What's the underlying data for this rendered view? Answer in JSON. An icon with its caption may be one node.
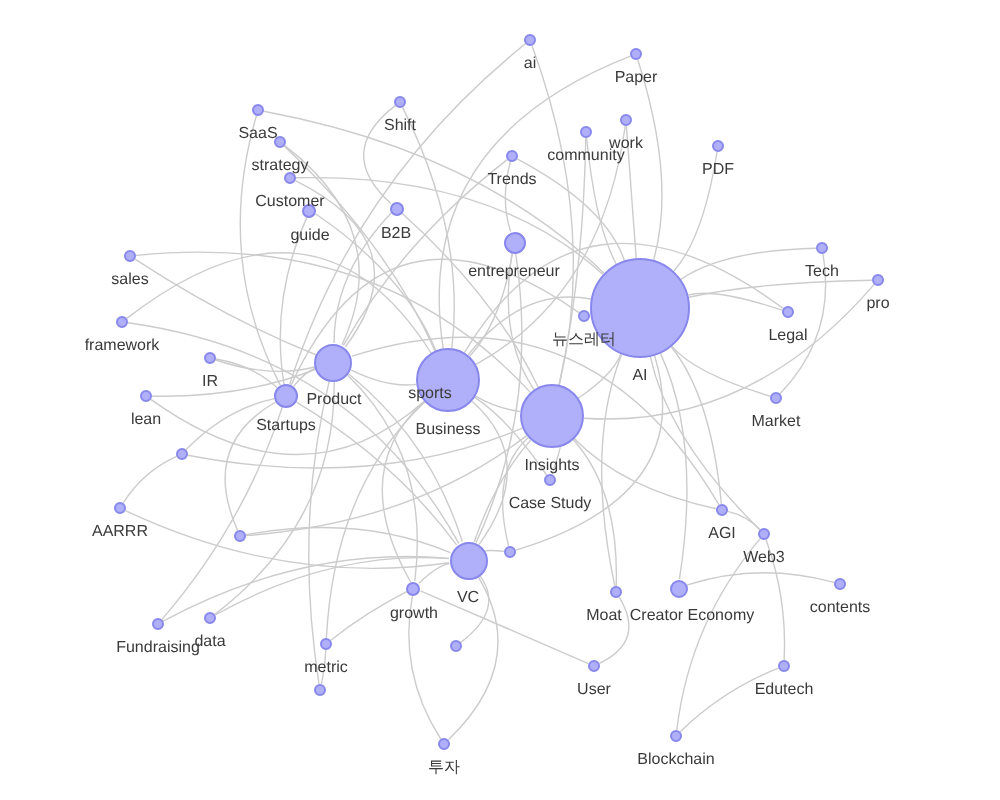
{
  "diagram": {
    "nodes": [
      {
        "text": [
          "ai"
        ]
      },
      {
        "text": [
          "Paper"
        ]
      },
      {
        "text": [
          "Shift"
        ]
      },
      {
        "text": [
          "SaaS"
        ]
      },
      {
        "text": [
          "work"
        ]
      },
      {
        "text": [
          "community"
        ]
      },
      {
        "text": [
          "strategy"
        ]
      },
      {
        "text": [
          "PDF"
        ]
      },
      {
        "text": [
          "Trends"
        ]
      },
      {
        "text": [
          "Customer"
        ]
      },
      {
        "text": [
          "B2B"
        ]
      },
      {
        "text": [
          "guide"
        ]
      },
      {
        "text": [
          "entrepreneur"
        ]
      },
      {
        "text": [
          "Tech"
        ]
      },
      {
        "text": [
          "sales"
        ]
      },
      {
        "text": [
          "pro"
        ]
      },
      {
        "text": [
          "AI"
        ]
      },
      {
        "text": [
          "Legal"
        ]
      },
      {
        "text": [
          "뉴스레터"
        ]
      },
      {
        "text": [
          "framework"
        ]
      },
      {
        "text": [
          "IR"
        ]
      },
      {
        "text": [
          "Product"
        ]
      },
      {
        "text": [
          "sports"
        ]
      },
      {
        "text": [
          "Business"
        ]
      },
      {
        "text": [
          "Startups"
        ]
      },
      {
        "text": [
          "lean"
        ]
      },
      {
        "text": [
          "Market"
        ]
      },
      {
        "text": [
          "Insights"
        ]
      },
      {
        "text": [],
        "shape": "circle"
      },
      {
        "text": [
          "Case Study"
        ]
      },
      {
        "text": [
          "AARRR"
        ]
      },
      {
        "text": [
          "AGI"
        ]
      },
      {
        "text": [
          "Web3"
        ]
      },
      {
        "text": [],
        "shape": "circle"
      },
      {
        "text": [],
        "shape": "circle"
      },
      {
        "text": [
          "VC"
        ]
      },
      {
        "text": [
          "contents"
        ]
      },
      {
        "text": [
          "growth"
        ]
      },
      {
        "text": [
          "Creator Economy"
        ]
      },
      {
        "text": [
          "Moat"
        ]
      },
      {
        "text": [
          "data"
        ]
      },
      {
        "text": [
          "Fundraising"
        ]
      },
      {
        "text": [
          "metric"
        ]
      },
      {
        "text": [],
        "shape": "circle"
      },
      {
        "text": [
          "User"
        ]
      },
      {
        "text": [
          "Edutech"
        ]
      },
      {
        "text": [],
        "shape": "circle"
      },
      {
        "text": [
          "Blockchain"
        ]
      },
      {
        "text": [
          "투자"
        ]
      }
    ],
    "edges": [
      {
        "from": 0,
        "to": 27,
        "arrow": "none"
      },
      {
        "from": 0,
        "to": 24,
        "arrow": "none"
      },
      {
        "from": 1,
        "to": 16,
        "arrow": "none"
      },
      {
        "from": 1,
        "to": 23,
        "arrow": "none"
      },
      {
        "from": 7,
        "to": 16,
        "arrow": "none"
      },
      {
        "from": 4,
        "to": 16,
        "arrow": "none"
      },
      {
        "from": 4,
        "to": 23,
        "arrow": "none"
      },
      {
        "from": 5,
        "to": 16,
        "arrow": "none"
      },
      {
        "from": 5,
        "to": 27,
        "arrow": "none"
      },
      {
        "from": 8,
        "to": 12,
        "arrow": "none"
      },
      {
        "from": 8,
        "to": 16,
        "arrow": "none"
      },
      {
        "from": 8,
        "to": 21,
        "arrow": "none"
      },
      {
        "from": 2,
        "to": 23,
        "arrow": "none"
      },
      {
        "from": 2,
        "to": 10,
        "arrow": "none"
      },
      {
        "from": 3,
        "to": 16,
        "arrow": "none"
      },
      {
        "from": 3,
        "to": 24,
        "arrow": "none"
      },
      {
        "from": 6,
        "to": 21,
        "arrow": "none"
      },
      {
        "from": 6,
        "to": 23,
        "arrow": "none"
      },
      {
        "from": 9,
        "to": 21,
        "arrow": "none"
      },
      {
        "from": 9,
        "to": 16,
        "arrow": "none"
      },
      {
        "from": 11,
        "to": 23,
        "arrow": "none"
      },
      {
        "from": 11,
        "to": 24,
        "arrow": "none"
      },
      {
        "from": 10,
        "to": 27,
        "arrow": "none"
      },
      {
        "from": 10,
        "to": 21,
        "arrow": "none"
      },
      {
        "from": 12,
        "to": 23,
        "arrow": "none"
      },
      {
        "from": 12,
        "to": 27,
        "arrow": "none"
      },
      {
        "from": 12,
        "to": 35,
        "arrow": "none"
      },
      {
        "from": 14,
        "to": 21,
        "arrow": "none"
      },
      {
        "from": 14,
        "to": 27,
        "arrow": "none"
      },
      {
        "from": 19,
        "to": 23,
        "arrow": "none"
      },
      {
        "from": 19,
        "to": 35,
        "arrow": "none"
      },
      {
        "from": 20,
        "to": 21,
        "arrow": "none"
      },
      {
        "from": 20,
        "to": 24,
        "arrow": "none"
      },
      {
        "from": 25,
        "to": 21,
        "arrow": "none"
      },
      {
        "from": 25,
        "to": 23,
        "arrow": "none"
      },
      {
        "from": 13,
        "to": 16,
        "arrow": "none"
      },
      {
        "from": 13,
        "to": 26,
        "arrow": "none"
      },
      {
        "from": 15,
        "to": 16,
        "arrow": "none"
      },
      {
        "from": 15,
        "to": 27,
        "arrow": "none"
      },
      {
        "from": 17,
        "to": 16,
        "arrow": "none"
      },
      {
        "from": 17,
        "to": 23,
        "arrow": "none"
      },
      {
        "from": 18,
        "to": 24,
        "arrow": "none"
      },
      {
        "from": 26,
        "to": 16,
        "arrow": "none"
      },
      {
        "from": 31,
        "to": 16,
        "arrow": "none"
      },
      {
        "from": 31,
        "to": 27,
        "arrow": "none"
      },
      {
        "from": 31,
        "to": 21,
        "arrow": "none"
      },
      {
        "from": 32,
        "to": 16,
        "arrow": "none"
      },
      {
        "from": 32,
        "to": 47,
        "arrow": "none"
      },
      {
        "from": 32,
        "to": 45,
        "arrow": "none"
      },
      {
        "from": 32,
        "to": 31,
        "arrow": "none"
      },
      {
        "from": 28,
        "to": 24,
        "arrow": "none"
      },
      {
        "from": 28,
        "to": 27,
        "arrow": "none"
      },
      {
        "from": 30,
        "to": 28,
        "arrow": "none"
      },
      {
        "from": 30,
        "to": 35,
        "arrow": "none"
      },
      {
        "from": 33,
        "to": 24,
        "arrow": "none"
      },
      {
        "from": 33,
        "to": 27,
        "arrow": "none"
      },
      {
        "from": 33,
        "to": 35,
        "arrow": "none"
      },
      {
        "from": 29,
        "to": 27,
        "arrow": "none"
      },
      {
        "from": 29,
        "to": 23,
        "arrow": "none"
      },
      {
        "from": 34,
        "to": 35,
        "arrow": "none"
      },
      {
        "from": 34,
        "to": 16,
        "arrow": "none"
      },
      {
        "from": 34,
        "to": 27,
        "arrow": "none"
      },
      {
        "from": 35,
        "to": 23,
        "arrow": "none"
      },
      {
        "from": 35,
        "to": 27,
        "arrow": "none"
      },
      {
        "from": 35,
        "to": 24,
        "arrow": "none"
      },
      {
        "from": 35,
        "to": 21,
        "arrow": "none"
      },
      {
        "from": 37,
        "to": 35,
        "arrow": "none"
      },
      {
        "from": 37,
        "to": 21,
        "arrow": "none"
      },
      {
        "from": 37,
        "to": 23,
        "arrow": "none"
      },
      {
        "from": 39,
        "to": 27,
        "arrow": "none"
      },
      {
        "from": 39,
        "to": 16,
        "arrow": "none"
      },
      {
        "from": 38,
        "to": 16,
        "arrow": "none"
      },
      {
        "from": 38,
        "to": 36,
        "arrow": "none"
      },
      {
        "from": 41,
        "to": 24,
        "arrow": "none"
      },
      {
        "from": 41,
        "to": 35,
        "arrow": "none"
      },
      {
        "from": 40,
        "to": 21,
        "arrow": "none"
      },
      {
        "from": 40,
        "to": 35,
        "arrow": "none"
      },
      {
        "from": 42,
        "to": 37,
        "arrow": "none"
      },
      {
        "from": 42,
        "to": 23,
        "arrow": "none"
      },
      {
        "from": 43,
        "to": 35,
        "arrow": "none"
      },
      {
        "from": 44,
        "to": 39,
        "arrow": "none"
      },
      {
        "from": 44,
        "to": 37,
        "arrow": "none"
      },
      {
        "from": 45,
        "to": 47,
        "arrow": "none"
      },
      {
        "from": 46,
        "to": 42,
        "arrow": "none"
      },
      {
        "from": 46,
        "to": 21,
        "arrow": "none"
      },
      {
        "from": 48,
        "to": 35,
        "arrow": "none"
      },
      {
        "from": 48,
        "to": 37,
        "arrow": "none"
      },
      {
        "from": 23,
        "to": 27,
        "arrow": "none"
      },
      {
        "from": 23,
        "to": 16,
        "arrow": "none"
      },
      {
        "from": 21,
        "to": 23,
        "arrow": "none"
      },
      {
        "from": 24,
        "to": 21,
        "arrow": "none"
      },
      {
        "from": 27,
        "to": 16,
        "arrow": "none"
      }
    ]
  }
}
